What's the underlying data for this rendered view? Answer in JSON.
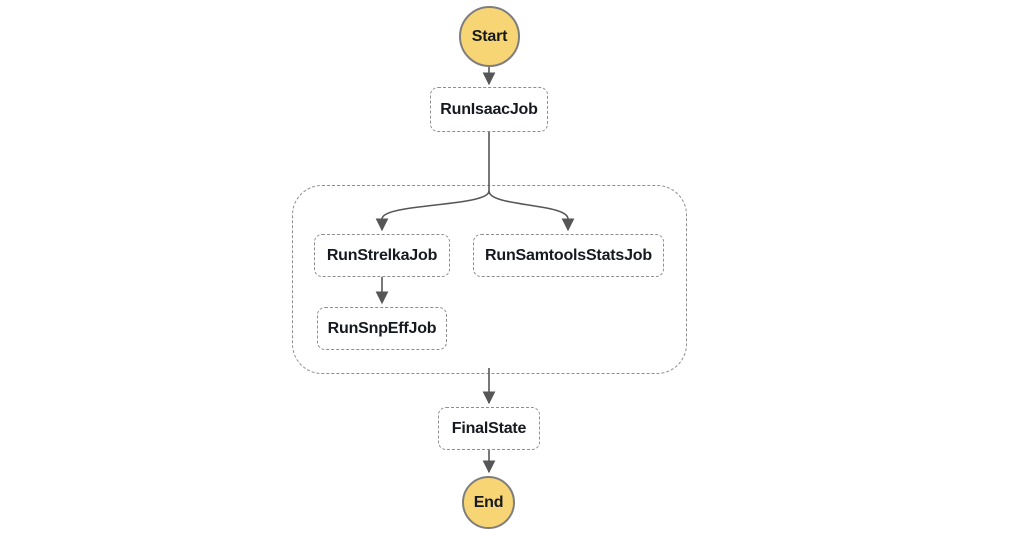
{
  "diagram": {
    "type": "workflow-graph",
    "nodes": {
      "start": {
        "label": "Start",
        "kind": "terminal"
      },
      "runIsaacJob": {
        "label": "RunIsaacJob",
        "kind": "task"
      },
      "runStrelkaJob": {
        "label": "RunStrelkaJob",
        "kind": "task"
      },
      "runSamtoolsStatsJob": {
        "label": "RunSamtoolsStatsJob",
        "kind": "task"
      },
      "runSnpEffJob": {
        "label": "RunSnpEffJob",
        "kind": "task"
      },
      "finalState": {
        "label": "FinalState",
        "kind": "task"
      },
      "end": {
        "label": "End",
        "kind": "terminal"
      }
    },
    "edges": [
      {
        "from": "Start",
        "to": "RunIsaacJob"
      },
      {
        "from": "RunIsaacJob",
        "to": "RunStrelkaJob"
      },
      {
        "from": "RunIsaacJob",
        "to": "RunSamtoolsStatsJob"
      },
      {
        "from": "RunStrelkaJob",
        "to": "RunSnpEffJob"
      },
      {
        "from": "ParallelBranch",
        "to": "FinalState"
      },
      {
        "from": "FinalState",
        "to": "End"
      }
    ],
    "colors": {
      "terminal_fill": "#F8D574",
      "terminal_border": "#7E7E7E",
      "task_border": "#8E8E8E",
      "edge": "#565656",
      "text": "#16191F",
      "background": "#FFFFFF"
    }
  }
}
